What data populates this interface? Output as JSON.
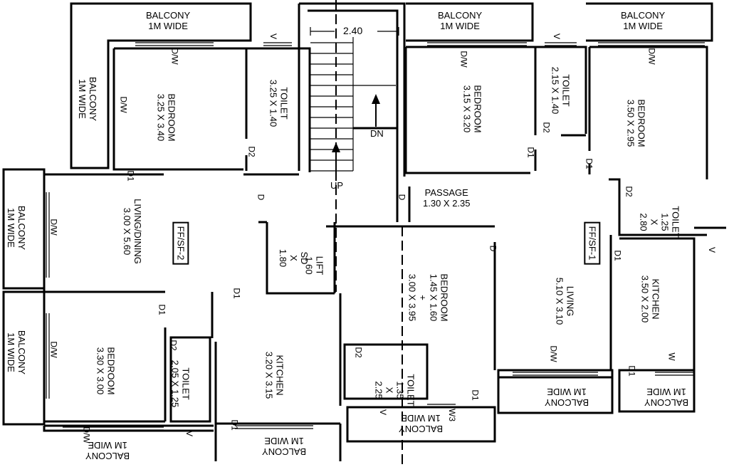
{
  "dimension": "2.40",
  "stair": {
    "up": "UP",
    "down": "DN"
  },
  "balconies": [
    {
      "id": "top-left",
      "line1": "BALCONY",
      "line2": "1M WIDE"
    },
    {
      "id": "top-mid",
      "line1": "BALCONY",
      "line2": "1M WIDE"
    },
    {
      "id": "top-right",
      "line1": "BALCONY",
      "line2": "1M WIDE"
    },
    {
      "id": "left-upper-vert",
      "line1": "BALCONY",
      "line2": "1M WIDE"
    },
    {
      "id": "left-mid",
      "line1": "BALCONY",
      "line2": "1M WIDE"
    },
    {
      "id": "left-low",
      "line1": "BALCONY",
      "line2": "1M WIDE"
    },
    {
      "id": "bot-left",
      "line1": "BALCONY",
      "line2": "1M WIDE"
    },
    {
      "id": "bot-kitchen",
      "line1": "BALCONY",
      "line2": "1M WIDE"
    },
    {
      "id": "bot-center",
      "line1": "BALCONY",
      "line2": "1M WIDE"
    },
    {
      "id": "bot-right-living",
      "line1": "BALCONY",
      "line2": "1M WIDE"
    },
    {
      "id": "bot-right-kitchen",
      "line1": "BALCONY",
      "line2": "1M WIDE"
    }
  ],
  "rooms": {
    "bed_tl": {
      "name": "BEDROOM",
      "dims": "3.25 X 3.40"
    },
    "toilet_tl": {
      "name": "TOILET",
      "dims": "3.25 X 1.40"
    },
    "living_l": {
      "name": "LIVING/DINING",
      "dims": "3.00 X 5.60"
    },
    "sd_lift": {
      "sd": "SD",
      "x": "X",
      "w": "1.80",
      "lift": "LIFT",
      "dims": "1.60"
    },
    "bed_bl": {
      "name": "BEDROOM",
      "dims": "3.30 X 3.00"
    },
    "toilet_bl": {
      "name": "TOILET",
      "dims": "2.05 X 1.25"
    },
    "kitchen_l": {
      "name": "KITCHEN",
      "dims": "3.20 X 3.15"
    },
    "bed_tm": {
      "name": "BEDROOM",
      "dims": "3.15 X 3.20"
    },
    "toilet_tr": {
      "name": "TOILET",
      "dims": "2.15 X 1.40"
    },
    "bed_tr": {
      "name": "BEDROOM",
      "dims": "3.50 X 2.95"
    },
    "passage": {
      "name": "PASSAGE",
      "dims": "1.30 X 2.35"
    },
    "bed_c": {
      "name": "BEDROOM",
      "d1": "1.45 X 1.60",
      "plus": "+",
      "d2": "3.00 X 3.95"
    },
    "toilet_c": {
      "name": "TOILET",
      "a": "1.35",
      "x": "X",
      "b": "2.25"
    },
    "living_r": {
      "name": "LIVING",
      "dims": "5.10 X 3.10"
    },
    "toilet_r": {
      "name": "TOILET",
      "a": "1.25",
      "x": "X",
      "b": "2.80"
    },
    "kitchen_r": {
      "name": "KITCHEN",
      "dims": "3.50 X 2.00"
    }
  },
  "tags": {
    "left": "FF/SF-2",
    "right": "FF/SF-1"
  },
  "openings": {
    "dw": "D/W",
    "d1": "D1",
    "d2": "D2",
    "d": "D",
    "v": "V",
    "w": "W",
    "w3": "W3"
  }
}
